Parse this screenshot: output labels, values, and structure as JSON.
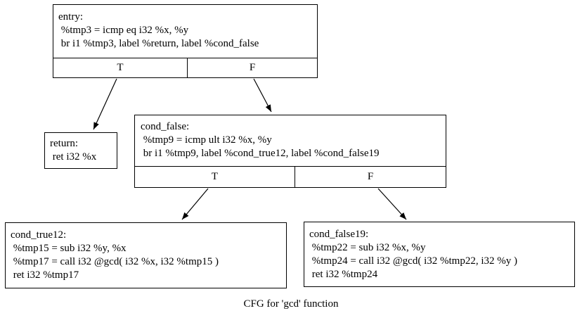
{
  "colors": {
    "background": "#ffffff",
    "line": "#000000",
    "text": "#000000"
  },
  "diagram": {
    "caption": "CFG for 'gcd' function",
    "nodes": {
      "entry": {
        "lines": [
          "entry:",
          " %tmp3 = icmp eq i32 %x, %y",
          " br i1 %tmp3, label %return, label %cond_false"
        ],
        "true_label": "T",
        "false_label": "F"
      },
      "return": {
        "lines": [
          "return:",
          " ret i32 %x"
        ]
      },
      "cond_false": {
        "lines": [
          "cond_false:",
          " %tmp9 = icmp ult i32 %x, %y",
          " br i1 %tmp9, label %cond_true12, label %cond_false19"
        ],
        "true_label": "T",
        "false_label": "F"
      },
      "cond_true12": {
        "lines": [
          "cond_true12:",
          " %tmp15 = sub i32 %y, %x",
          " %tmp17 = call i32 @gcd( i32 %x, i32 %tmp15 )",
          " ret i32 %tmp17"
        ]
      },
      "cond_false19": {
        "lines": [
          "cond_false19:",
          " %tmp22 = sub i32 %x, %y",
          " %tmp24 = call i32 @gcd( i32 %tmp22, i32 %y )",
          " ret i32 %tmp24"
        ]
      }
    },
    "edges": [
      {
        "from": "entry",
        "branch": "T",
        "to": "return"
      },
      {
        "from": "entry",
        "branch": "F",
        "to": "cond_false"
      },
      {
        "from": "cond_false",
        "branch": "T",
        "to": "cond_true12"
      },
      {
        "from": "cond_false",
        "branch": "F",
        "to": "cond_false19"
      }
    ]
  }
}
